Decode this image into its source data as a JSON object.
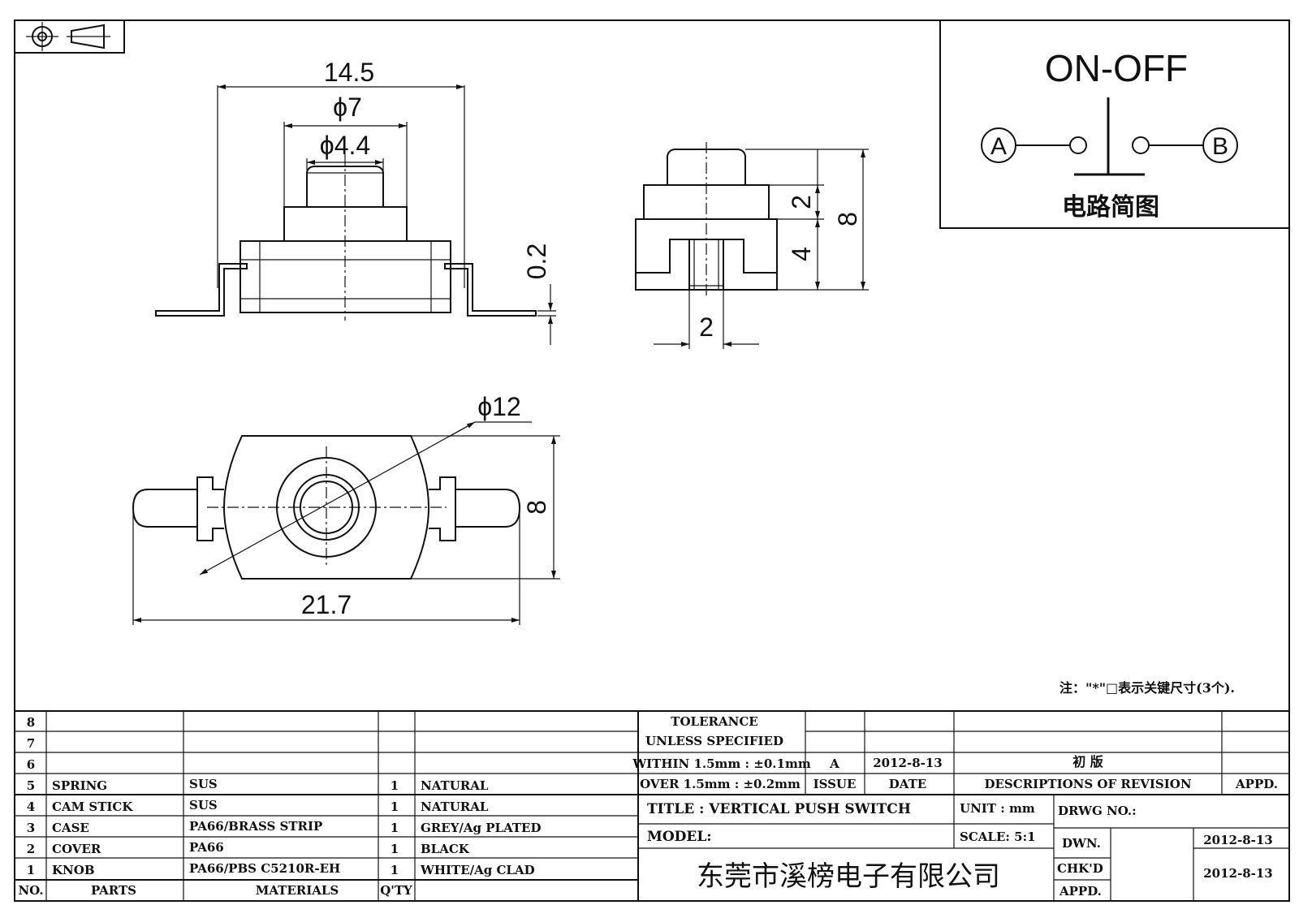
{
  "diagram": {
    "views": {
      "front": {
        "width_dim": "14.5",
        "cap_dim": "ϕ7",
        "knob_dim": "ϕ4.4",
        "lead_dim": "0.2"
      },
      "side": {
        "upper_dim": "2",
        "lower_dim": "4",
        "total_dim": "8",
        "slot_dim": "2"
      },
      "top": {
        "dia_dim": "ϕ12",
        "height_dim": "8",
        "length_dim": "21.7"
      }
    },
    "schematic": {
      "title": "ON-OFF",
      "terminal_a": "A",
      "terminal_b": "B",
      "caption": "电路简图"
    },
    "note": "注：\"*\"□表示关键尺寸(3个).",
    "parts_table": {
      "header": {
        "no": "NO.",
        "parts": "PARTS",
        "materials": "MATERIALS",
        "qty": "Q'TY"
      },
      "rows": [
        {
          "no": "8",
          "part": "",
          "material": "",
          "qty": "",
          "finish": ""
        },
        {
          "no": "7",
          "part": "",
          "material": "",
          "qty": "",
          "finish": ""
        },
        {
          "no": "6",
          "part": "",
          "material": "",
          "qty": "",
          "finish": ""
        },
        {
          "no": "5",
          "part": "SPRING",
          "material": "SUS",
          "qty": "1",
          "finish": "NATURAL"
        },
        {
          "no": "4",
          "part": "CAM STICK",
          "material": "SUS",
          "qty": "1",
          "finish": "NATURAL"
        },
        {
          "no": "3",
          "part": "CASE",
          "material": "PA66/BRASS STRIP",
          "qty": "1",
          "finish": "GREY/Ag PLATED"
        },
        {
          "no": "2",
          "part": "COVER",
          "material": "PA66",
          "qty": "1",
          "finish": "BLACK"
        },
        {
          "no": "1",
          "part": "KNOB",
          "material": "PA66/PBS C5210R-EH",
          "qty": "1",
          "finish": "WHITE/Ag CLAD"
        }
      ]
    },
    "tolerance": {
      "line1": "TOLERANCE",
      "line2": "UNLESS  SPECIFIED",
      "line3": "WITHIN 1.5mm : ±0.1mm",
      "line4": "OVER 1.5mm : ±0.2mm"
    },
    "revision": {
      "issue": "A",
      "date": "2012-8-13",
      "description": "初  版",
      "issue_label": "ISSUE",
      "date_label": "DATE",
      "desc_label": "DESCRIPTIONS OF REVISION",
      "appd_label": "APPD."
    },
    "title_block": {
      "title": "TITLE :   VERTICAL PUSH SWITCH",
      "unit": "UNIT :  mm",
      "drwg_no": "DRWG NO.:",
      "model": "MODEL:",
      "scale": "SCALE:  5:1",
      "company": "东莞市溪榜电子有限公司",
      "dwn_label": "DWN.",
      "dwn_date": "2012-8-13",
      "chkd_label": "CHK'D",
      "chkd_date": "2012-8-13",
      "appd_label": "APPD."
    },
    "colors": {
      "ink": "#111111",
      "paper": "#ffffff"
    }
  }
}
